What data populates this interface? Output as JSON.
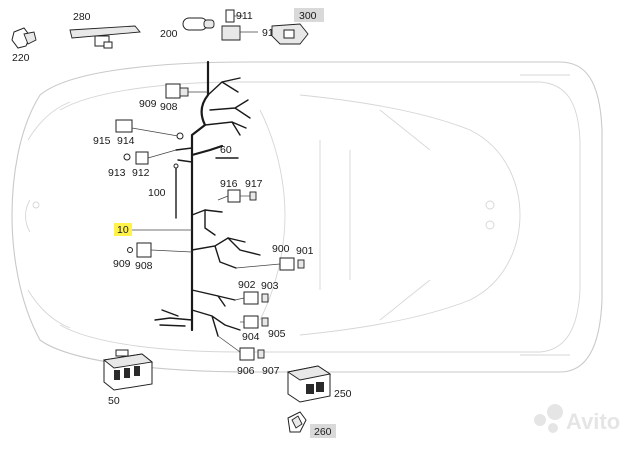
{
  "callouts": {
    "c280": "280",
    "c220": "220",
    "c200": "200",
    "c911": "911",
    "c910": "910",
    "c300": "300",
    "c909a": "909",
    "c908a": "908",
    "c915": "915",
    "c914": "914",
    "c913": "913",
    "c912": "912",
    "c60": "60",
    "c100": "100",
    "c916": "916",
    "c917": "917",
    "c10": "10",
    "c909b": "909",
    "c908b": "908",
    "c900": "900",
    "c901": "901",
    "c902": "902",
    "c903": "903",
    "c904": "904",
    "c905": "905",
    "c906": "906",
    "c907": "907",
    "c50": "50",
    "c250": "250",
    "c260": "260"
  },
  "watermark": {
    "text": "Avito"
  },
  "colors": {
    "highlight_yellow": "#fff24a",
    "highlight_grey": "#d9d9d9",
    "watermark": "#e3e3e3"
  }
}
